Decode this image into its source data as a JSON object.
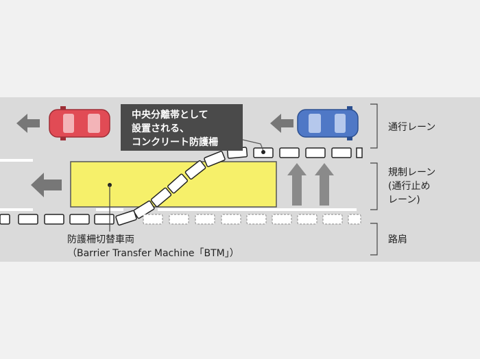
{
  "callout": {
    "lines": [
      "中央分離帯として",
      "設置される、",
      "コンクリート防護柵"
    ]
  },
  "vehicle_label": {
    "lines": [
      "防護柵切替車両",
      "（Barrier Transfer Machine「BTM」）"
    ]
  },
  "lane_labels": {
    "traffic_lane": "通行レーン",
    "restricted_lane": [
      "規制レーン",
      "(通行止め",
      "レーン)"
    ],
    "shoulder": "路肩"
  },
  "colors": {
    "road": "#dadada",
    "btm": "#f6f06a",
    "car_red": "#e14b55",
    "car_blue": "#4f78c6",
    "arrow": "#777777",
    "callout_bg": "#4a4a4a"
  }
}
